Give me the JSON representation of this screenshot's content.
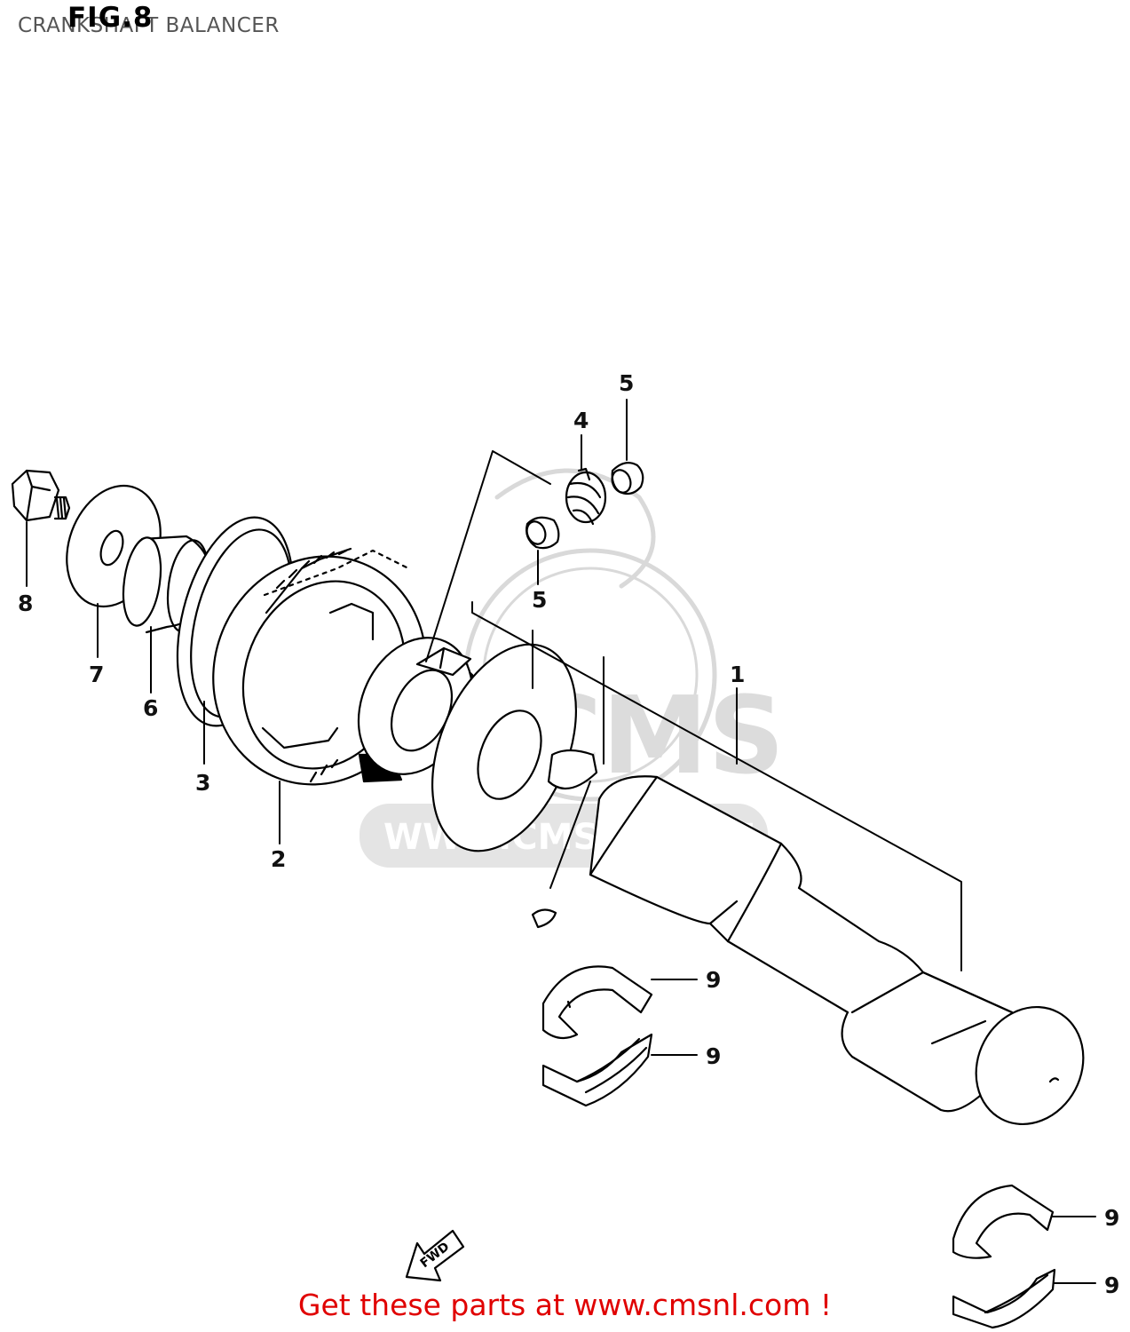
{
  "figure": {
    "title": "FIG.8",
    "subtitle": "CRANKSHAFT BALANCER"
  },
  "callouts": {
    "c1": "1",
    "c2": "2",
    "c3": "3",
    "c4": "4",
    "c5a": "5",
    "c5b": "5",
    "c6": "6",
    "c7": "7",
    "c8": "8",
    "c9a": "9",
    "c9b": "9",
    "c9c": "9",
    "c9d": "9"
  },
  "watermark": {
    "text": "WWW.CMSNL.COM",
    "logo_text": "CMS"
  },
  "direction_arrow": {
    "label": "FWD"
  },
  "footer": {
    "text": "Get these parts at www.cmsnl.com !"
  },
  "colors": {
    "line": "#000000",
    "watermark": "#d9d9d9",
    "footer": "#e00000"
  }
}
